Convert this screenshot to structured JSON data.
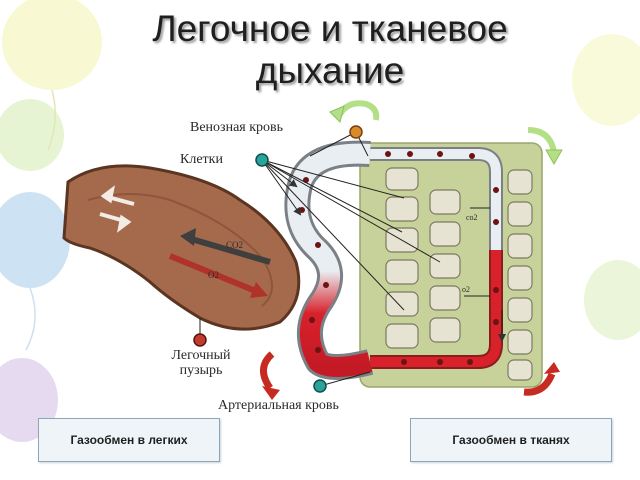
{
  "slide": {
    "title_line1": "Легочное и тканевое",
    "title_line2": "дыхание"
  },
  "diagram": {
    "labels": {
      "venous_blood": "Венозная кровь",
      "cells": "Клетки",
      "alveolus_line1": "Легочный",
      "alveolus_line2": "пузырь",
      "arterial_blood": "Артериальная кровь",
      "co2": "CO2",
      "o2": "O2",
      "co2_small": "co2",
      "o2_small": "o2"
    },
    "colors": {
      "venous": "#8a1e1e",
      "arterial": "#d8212b",
      "alveolus": "#a56a4c",
      "tissue": "#c7d29a",
      "cell": "#e6e3d2",
      "arrow": "#e83a2a",
      "cycle_arrow": "#b3df86"
    }
  },
  "boxes": {
    "lungs": "Газообмен в легких",
    "tissues": "Газообмен в тканях"
  }
}
